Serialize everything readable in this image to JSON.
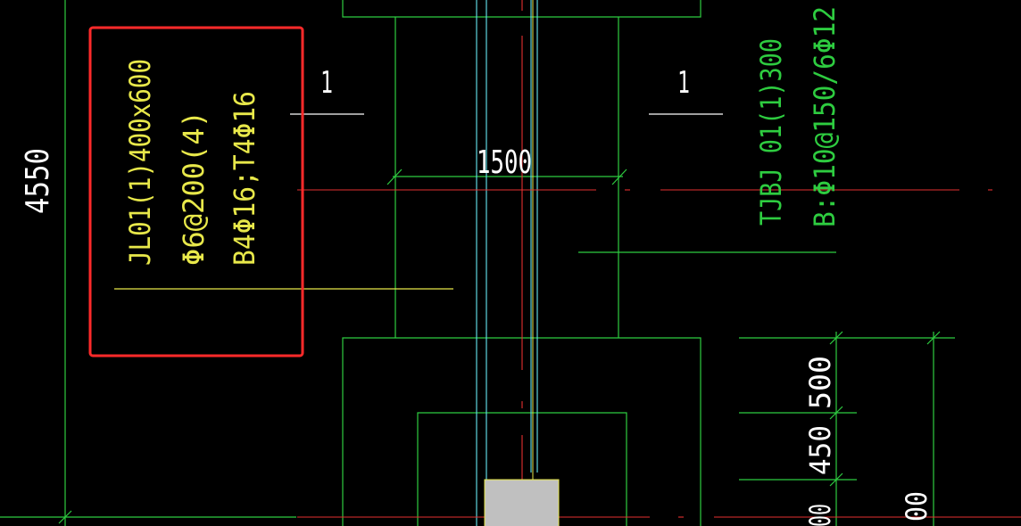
{
  "drawing": {
    "background": "#000000",
    "colors": {
      "green": "#2ecc40",
      "cyan": "#5ed6e0",
      "red": "#e53030",
      "yellow": "#e8e84a",
      "highlight": "#ff2a2a",
      "fill_gray": "#c0c0c0"
    },
    "dimensions": {
      "left_vertical": "4550",
      "top_horizontal": "1500",
      "right_1": "500",
      "right_2": "450",
      "right_3_partial": "00",
      "right_4_partial": "00"
    },
    "section_marks": {
      "left": "1",
      "right": "1"
    },
    "beam_annotation": {
      "line1": "JL01(1)400x600",
      "line2": "Φ6@200(4)",
      "line3": "B4Φ16;T4Φ16"
    },
    "step_annotation": {
      "line1": "TJBJ 01(1)300",
      "line2": "B:Φ10@150/6Φ12"
    }
  }
}
